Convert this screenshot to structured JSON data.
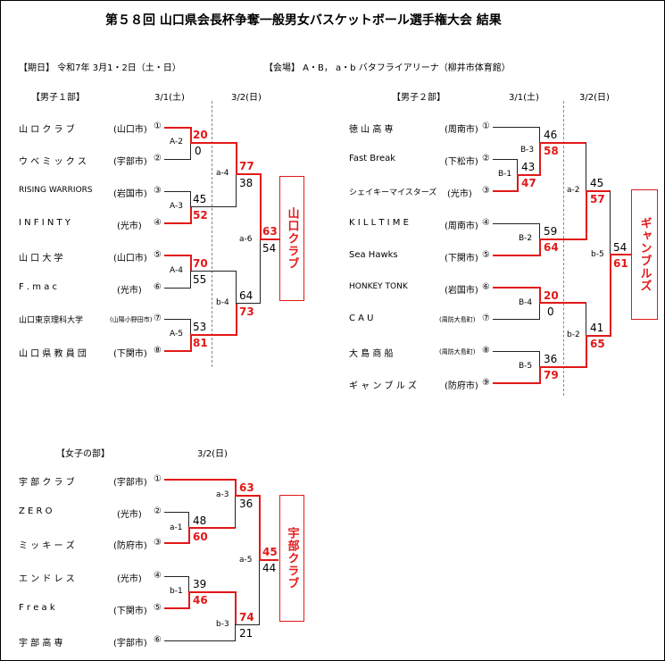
{
  "title": "第５８回 山口県会長杯争奪一般男女バスケットボール選手権大会 結果",
  "info": {
    "date": "【期日】 令和7年 3月1・2日（土・日）",
    "venue": "【会場】 A・B， a・b バタフライアリーナ（柳井市体育館）"
  },
  "men1": {
    "header": "【男子１部】",
    "day1": "3/1(土)",
    "day2": "3/2(日)",
    "teams": [
      {
        "num": "①",
        "name": "山 ロ ク ラ ブ",
        "city": "(山口市)"
      },
      {
        "num": "②",
        "name": "ウ ベ ミ ッ ク ス",
        "city": "(宇部市)"
      },
      {
        "num": "③",
        "name": "RISING WARRIORS",
        "city": "(岩国市)"
      },
      {
        "num": "④",
        "name": "I N F I N T Y",
        "city": "(光市)"
      },
      {
        "num": "⑤",
        "name": "山 口 大 学",
        "city": "(山口市)"
      },
      {
        "num": "⑥",
        "name": "F . m a c",
        "city": "(光市)"
      },
      {
        "num": "⑦",
        "name": "山口東京理科大学",
        "city": "(山陽小野田市)"
      },
      {
        "num": "⑧",
        "name": "山 口 県 教 員 団",
        "city": "(下関市)"
      }
    ],
    "games": {
      "A2": {
        "label": "A-2",
        "top": "20",
        "bottom": "0"
      },
      "A3": {
        "label": "A-3",
        "top": "45",
        "bottom": "52"
      },
      "A4": {
        "label": "A-4",
        "top": "70",
        "bottom": "55"
      },
      "A5": {
        "label": "A-5",
        "top": "53",
        "bottom": "81"
      },
      "a4": {
        "label": "a-4",
        "top": "77",
        "bottom": "38"
      },
      "b4": {
        "label": "b-4",
        "top": "64",
        "bottom": "73"
      },
      "a6": {
        "label": "a-6",
        "top": "63",
        "bottom": "54"
      }
    },
    "champion": "山口クラブ"
  },
  "men2": {
    "header": "【男子２部】",
    "day1": "3/1(土)",
    "day2": "3/2(日)",
    "teams": [
      {
        "num": "①",
        "name": "徳 山 高 専",
        "city": "(周南市)"
      },
      {
        "num": "②",
        "name": "Fast Break",
        "city": "(下松市)"
      },
      {
        "num": "③",
        "name": "シェイキーマイスターズ",
        "city": "(光市)"
      },
      {
        "num": "④",
        "name": "K I L L T I M E",
        "city": "(周南市)"
      },
      {
        "num": "⑤",
        "name": "Sea Hawks",
        "city": "(下関市)"
      },
      {
        "num": "⑥",
        "name": "HONKEY TONK",
        "city": "(岩国市)"
      },
      {
        "num": "⑦",
        "name": "C A U",
        "city": "(周防大島町)"
      },
      {
        "num": "⑧",
        "name": "大 島 商 船",
        "city": "(周防大島町)"
      },
      {
        "num": "⑨",
        "name": "ギ ャ ン ブ ル ズ",
        "city": "(防府市)"
      }
    ],
    "games": {
      "B1": {
        "label": "B-1",
        "top": "43",
        "bottom": "47"
      },
      "B3": {
        "label": "B-3",
        "top": "46",
        "bottom": "58"
      },
      "B2": {
        "label": "B-2",
        "top": "59",
        "bottom": "64"
      },
      "B4": {
        "label": "B-4",
        "top": "20",
        "bottom": "0"
      },
      "B5": {
        "label": "B-5",
        "top": "36",
        "bottom": "79"
      },
      "a2": {
        "label": "a-2",
        "top": "45",
        "bottom": "57"
      },
      "b2": {
        "label": "b-2",
        "top": "41",
        "bottom": "65"
      },
      "b5": {
        "label": "b-5",
        "top": "54",
        "bottom": "61"
      }
    },
    "champion": "ギャンブルズ"
  },
  "women": {
    "header": "【女子の部】",
    "day2": "3/2(日)",
    "teams": [
      {
        "num": "①",
        "name": "宇 部 ク ラ ブ",
        "city": "(宇部市)"
      },
      {
        "num": "②",
        "name": "Z E R O",
        "city": "(光市)"
      },
      {
        "num": "③",
        "name": "ミ ッ キ ー ズ",
        "city": "(防府市)"
      },
      {
        "num": "④",
        "name": "エ ン ド レ ス",
        "city": "(光市)"
      },
      {
        "num": "⑤",
        "name": "F r e a k",
        "city": "(下関市)"
      },
      {
        "num": "⑥",
        "name": "宇 部 高 専",
        "city": "(宇部市)"
      }
    ],
    "games": {
      "a1": {
        "label": "a-1",
        "top": "48",
        "bottom": "60"
      },
      "b1": {
        "label": "b-1",
        "top": "39",
        "bottom": "46"
      },
      "a3": {
        "label": "a-3",
        "top": "63",
        "bottom": "36"
      },
      "b3": {
        "label": "b-3",
        "top": "74",
        "bottom": "21"
      },
      "a5": {
        "label": "a-5",
        "top": "45",
        "bottom": "44"
      }
    },
    "champion": "宇部クラブ"
  },
  "colors": {
    "win": "#e21818",
    "line": "#222222"
  }
}
